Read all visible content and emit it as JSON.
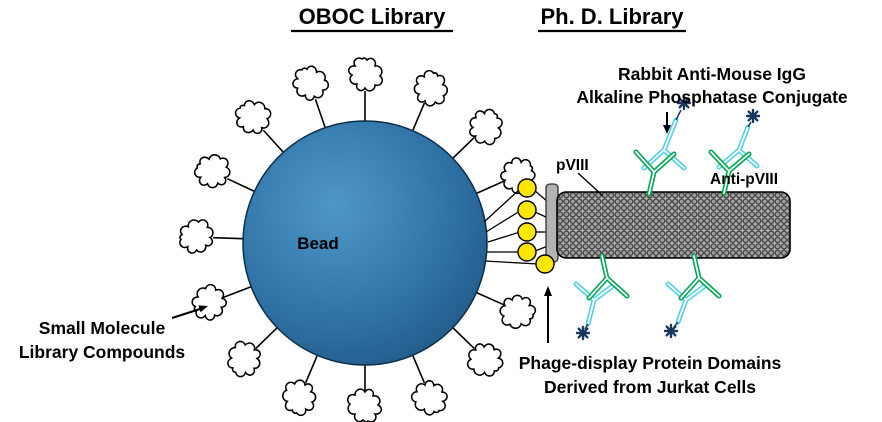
{
  "titles": {
    "oboc": "OBOC Library",
    "phd": "Ph. D. Library"
  },
  "bead": {
    "label": "Bead"
  },
  "phage": {
    "pviii_label": "pVIII",
    "anti_pviii_label": "Anti-pVIII"
  },
  "annotations": {
    "conjugate_line1": "Rabbit Anti-Mouse IgG",
    "conjugate_line2": "Alkaline Phosphatase Conjugate",
    "small_molecule_line1": "Small Molecule",
    "small_molecule_line2": "Library Compounds",
    "phage_display_line1": "Phage-display Protein Domains",
    "phage_display_line2": "Derived from Jurkat Cells"
  },
  "colors": {
    "background": "#ffffff",
    "text": "#000000",
    "bead_light": "#4f97c7",
    "bead_dark": "#1c4e7b",
    "linker_yellow": "#ffe600",
    "rod_gray": "#b5b5b5",
    "antibody_green": "#00a651",
    "antibody_cyan": "#55d0e8",
    "star_navy": "#17375e"
  }
}
